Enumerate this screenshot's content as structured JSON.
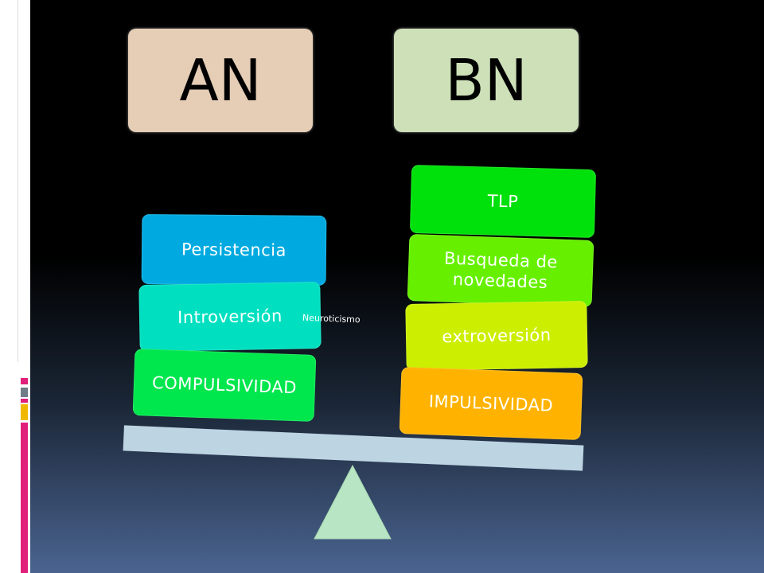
{
  "titles": {
    "an": "AN",
    "bn": "BN"
  },
  "an_stack": {
    "bottom": "COMPULSIVIDAD",
    "middle": "Introversión",
    "top": "Persistencia"
  },
  "bn_stack": {
    "bottom": "IMPULSIVIDAD",
    "middle": "extroversión",
    "upper": "Busqueda de novedades",
    "top": "TLP"
  },
  "center_label": "Neuroticismo",
  "colors": {
    "an_title": "#e5cdb6",
    "bn_title": "#cde0b8",
    "beam": "#bdd4e2",
    "fulcrum": "#b8e6c4",
    "compulsividad": "#00e64d",
    "introversion": "#00e0c0",
    "persistencia": "#00aae0",
    "impulsividad": "#ffb300",
    "extroversion": "#ccee00",
    "busqueda": "#66f000",
    "tlp": "#00e00a"
  }
}
